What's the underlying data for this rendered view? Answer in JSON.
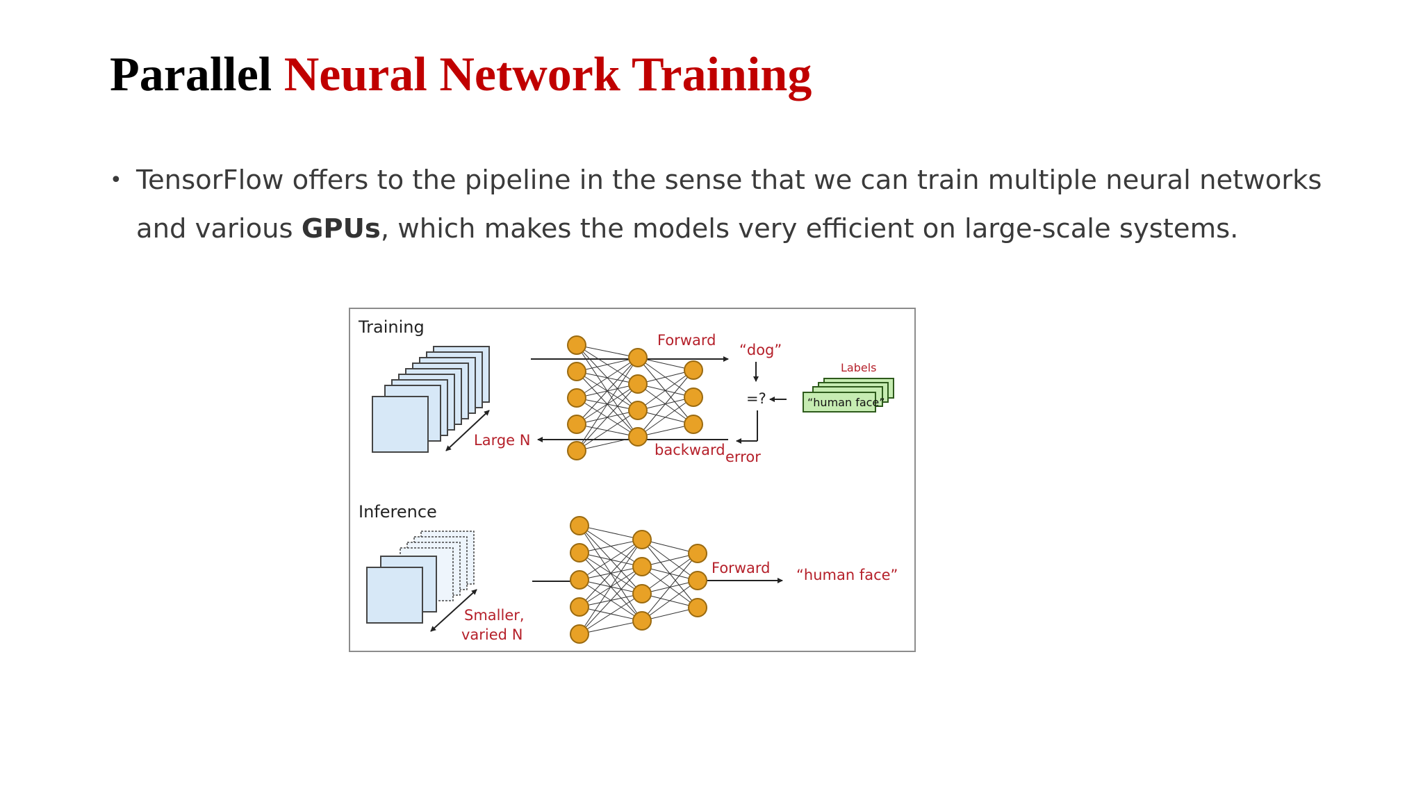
{
  "title": {
    "part1": "Parallel",
    "part2": "Neural Network Training"
  },
  "bullets": [
    {
      "text_before": "TensorFlow offers to the pipeline in the sense that we can train multiple neural networks and various ",
      "bold": "GPUs",
      "text_after": ", which makes the models very efficient on large-scale systems."
    }
  ],
  "figure": {
    "training": {
      "section_label": "Training",
      "forward_label": "Forward",
      "output_label": "“dog”",
      "compare_label": "=?",
      "labels_heading": "Labels",
      "label_card_text": "“human face”",
      "backward_label": "backward",
      "error_label": "error",
      "batch_label": "Large N"
    },
    "inference": {
      "section_label": "Inference",
      "forward_label": "Forward",
      "output_label": "“human face”",
      "batch_label_line1": "Smaller,",
      "batch_label_line2": "varied N"
    },
    "colors": {
      "node_fill": "#e8a126",
      "node_stroke": "#9a6a10",
      "image_fill": "#d7e8f7",
      "label_card_fill": "#c6ecb2",
      "accent_red": "#b5202a"
    }
  }
}
